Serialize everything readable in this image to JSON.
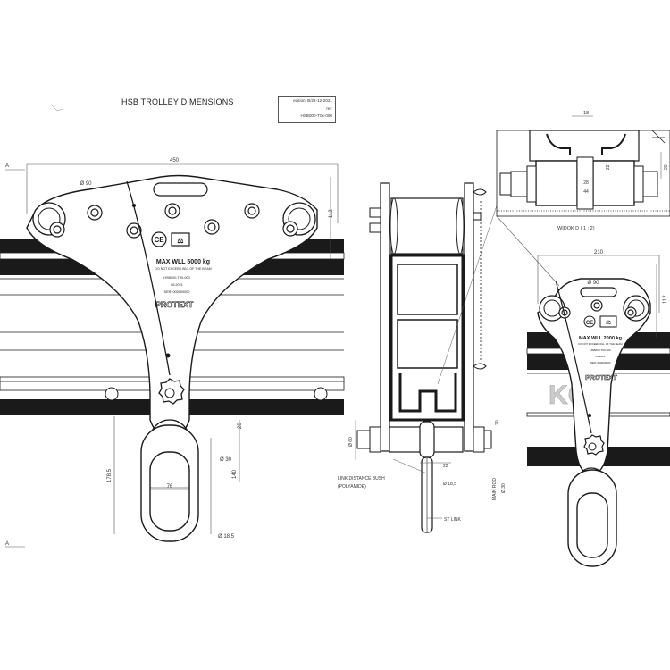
{
  "header": {
    "title": "HSB TROLLEY DIMENSIONS",
    "edition": "edition: B/22-12-2021",
    "ref_label": "ref:",
    "ref_value": "HSB000-T0x-000"
  },
  "main_view": {
    "dims": {
      "width": "450",
      "top_height": "112",
      "hole_dia": "Ø 90",
      "height_small": "20",
      "eye_dia": "Ø 30",
      "total_height": "178,5",
      "eye_height": "140",
      "eye_inner": "76",
      "ring_dia": "Ø 18,5"
    },
    "plate_text": {
      "ce": "CE",
      "wll": "MAX WLL 5000 kg",
      "warning": "DO NOT EXCEED WLL OF THE BEAM",
      "code": "HSB000-T00-000",
      "year": "06.2021",
      "serial": "SER: 000000000",
      "brand": "PROTEXT"
    }
  },
  "side_view": {
    "labels": {
      "bush": "LINK DISTANCE BUSH",
      "bush_material": "(POLYAMIDE)",
      "st_link": "ST LINK",
      "main_rod": "MAIN ROD",
      "rod_dia": "Ø 30",
      "link_dia": "Ø 18,5",
      "dim_22": "22",
      "dim_20": "20",
      "dim_60": "Ø 60"
    }
  },
  "detail_view": {
    "caption": "WIDOK D ( 1 : 2)",
    "dims": {
      "top": "18",
      "d1": "28",
      "d2": "44",
      "d3": "22",
      "d4": "20"
    }
  },
  "small_view": {
    "dims": {
      "width": "210",
      "top_height": "112",
      "hole_dia": "Ø 90"
    },
    "plate_text": {
      "ce": "CE",
      "wll": "MAX WLL 2000 kg",
      "warning": "DO NOT EXCEED WLL OF THE BEAM",
      "code": "HSB000-T00-000",
      "year": "06.2021",
      "serial": "SER: 000000000",
      "brand": "PROTEXT"
    }
  },
  "markers": {
    "section_a": "A"
  }
}
